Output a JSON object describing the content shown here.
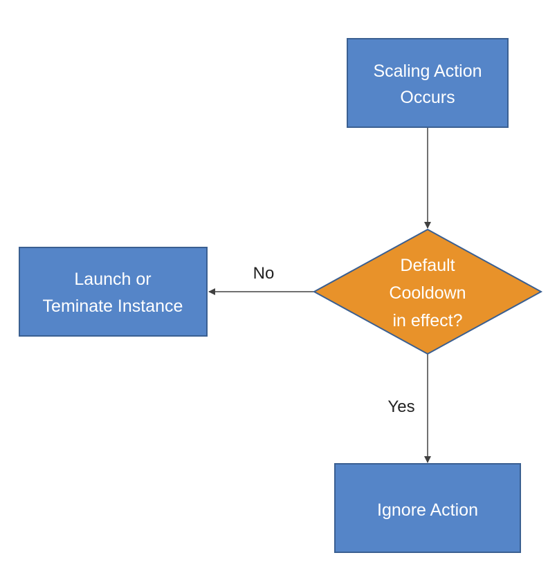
{
  "colors": {
    "process_fill": "#5585c8",
    "process_stroke": "#3a5f91",
    "decision_fill": "#e8922a",
    "decision_stroke": "#3a5f91",
    "connector": "#404040"
  },
  "nodes": {
    "scaling_action": {
      "line1": "Scaling Action",
      "line2": "Occurs"
    },
    "cooldown_decision": {
      "line1": "Default",
      "line2": "Cooldown",
      "line3": "in effect?"
    },
    "launch_terminate": {
      "line1": "Launch or",
      "line2": "Teminate Instance"
    },
    "ignore_action": {
      "line1": "Ignore Action"
    }
  },
  "edges": {
    "no_label": "No",
    "yes_label": "Yes"
  }
}
